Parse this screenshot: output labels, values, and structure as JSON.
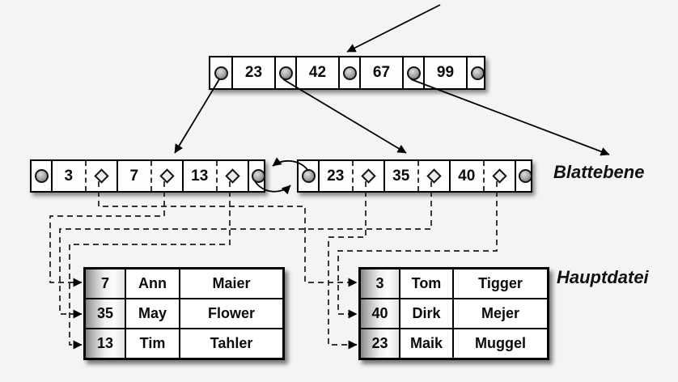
{
  "labels": {
    "leaf_level": "Blattebene",
    "main_file": "Hauptdatei"
  },
  "root_node": {
    "keys": [
      "23",
      "42",
      "67",
      "99"
    ]
  },
  "leaf_nodes": {
    "left": {
      "keys": [
        "3",
        "7",
        "13"
      ]
    },
    "right": {
      "keys": [
        "23",
        "35",
        "40"
      ]
    }
  },
  "main_file_tables": {
    "left": {
      "rows": [
        {
          "key": "7",
          "first_name": "Ann",
          "last_name": "Maier"
        },
        {
          "key": "35",
          "first_name": "May",
          "last_name": "Flower"
        },
        {
          "key": "13",
          "first_name": "Tim",
          "last_name": "Tahler"
        }
      ]
    },
    "right": {
      "rows": [
        {
          "key": "3",
          "first_name": "Tom",
          "last_name": "Tigger"
        },
        {
          "key": "40",
          "first_name": "Dirk",
          "last_name": "Mejer"
        },
        {
          "key": "23",
          "first_name": "Maik",
          "last_name": "Muggel"
        }
      ]
    }
  },
  "links": {
    "record_pointers": [
      {
        "from_leaf_key": "3",
        "to_record": "3 Tom Tigger"
      },
      {
        "from_leaf_key": "7",
        "to_record": "7 Ann Maier"
      },
      {
        "from_leaf_key": "13",
        "to_record": "13 Tim Tahler"
      },
      {
        "from_leaf_key": "23",
        "to_record": "23 Maik Muggel"
      },
      {
        "from_leaf_key": "35",
        "to_record": "35 May Flower"
      },
      {
        "from_leaf_key": "40",
        "to_record": "40 Dirk Mejer"
      }
    ]
  },
  "colors": {
    "background": "#f4f4f4",
    "line": "#000000",
    "node_fill": "#fdfdfd",
    "pointer_circle": "#9c9c9c",
    "diamond_fill": "#ececec",
    "key_column_gradient_left": "#868686",
    "key_column_gradient_right": "#e2e2e2",
    "shadow": "rgba(0,0,0,0.45)"
  }
}
